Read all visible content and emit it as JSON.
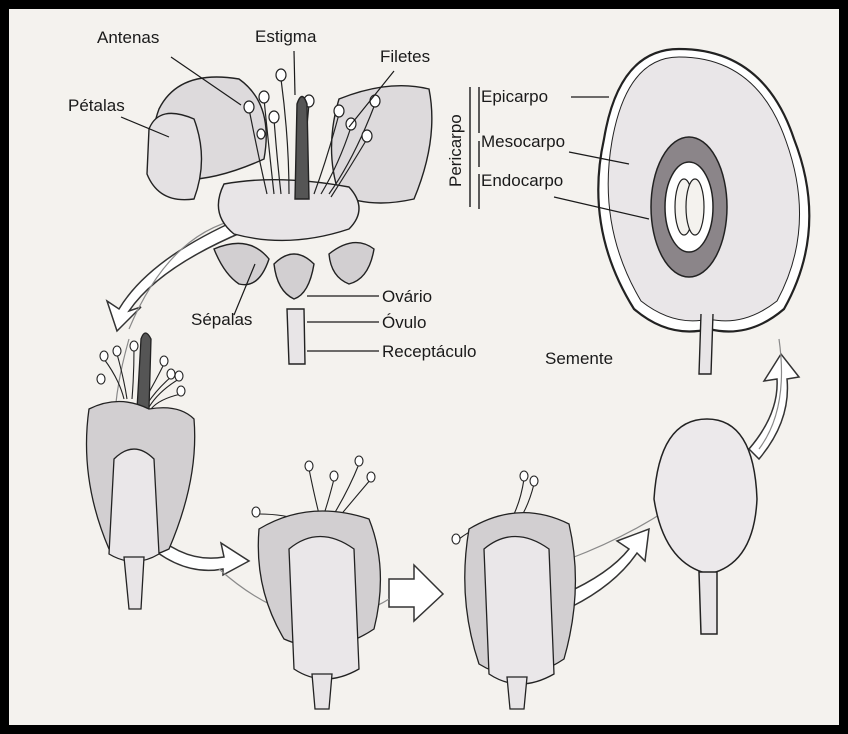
{
  "figure": {
    "labels": {
      "antenas": "Antenas",
      "estigma": "Estigma",
      "filetes": "Filetes",
      "petalas": "Pétalas",
      "sepalas": "Sépalas",
      "ovario": "Ovário",
      "ovulo": "Óvulo",
      "receptaculo": "Receptáculo",
      "pericarpo": "Pericarpo",
      "epicarpo": "Epicarpo",
      "mesocarpo": "Mesocarpo",
      "endocarpo": "Endocarpo",
      "semente": "Semente"
    },
    "colors": {
      "background": "#f4f2ee",
      "frame": "#000000",
      "ink": "#1a1a1a",
      "fruit_flesh": "#e9e6e8",
      "endocarp_ring": "#8b8589",
      "petal_fill": "#dddadc",
      "sepal_fill": "#d2cfd1",
      "arrow_fill": "#ffffff"
    },
    "icons": {
      "flower": "open-flower-icon",
      "fruit_section": "fruit-cross-section-icon",
      "stages": "flower-development-stage-icon",
      "arrows": "cycle-arrow-icon"
    }
  }
}
